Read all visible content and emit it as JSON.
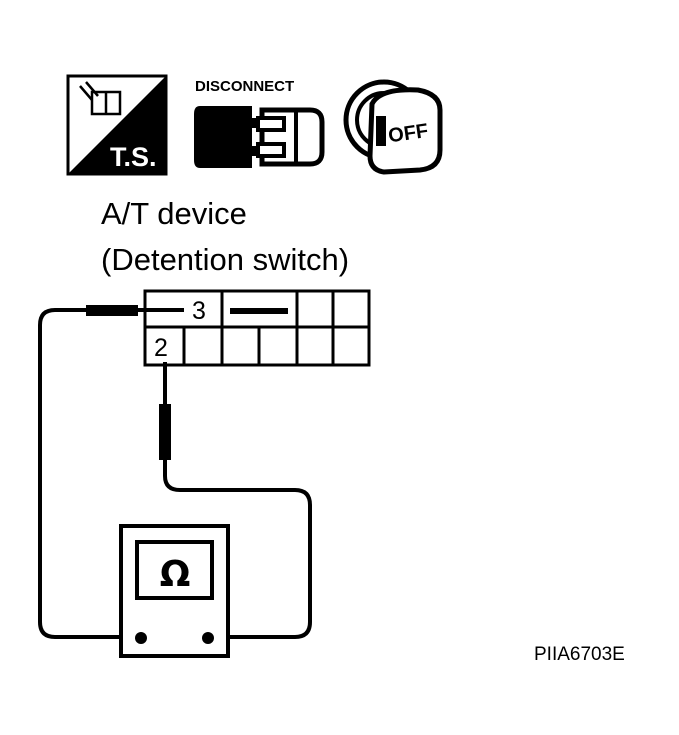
{
  "icons": {
    "ts_label": "T.S.",
    "disconnect_label": "DISCONNECT",
    "off_label": "OFF"
  },
  "device": {
    "line1": "A/T device",
    "line2": "(Detention switch)"
  },
  "connector": {
    "pin_top": "3",
    "pin_bottom": "2"
  },
  "meter": {
    "symbol": "Ω"
  },
  "figure_code": "PIIA6703E"
}
